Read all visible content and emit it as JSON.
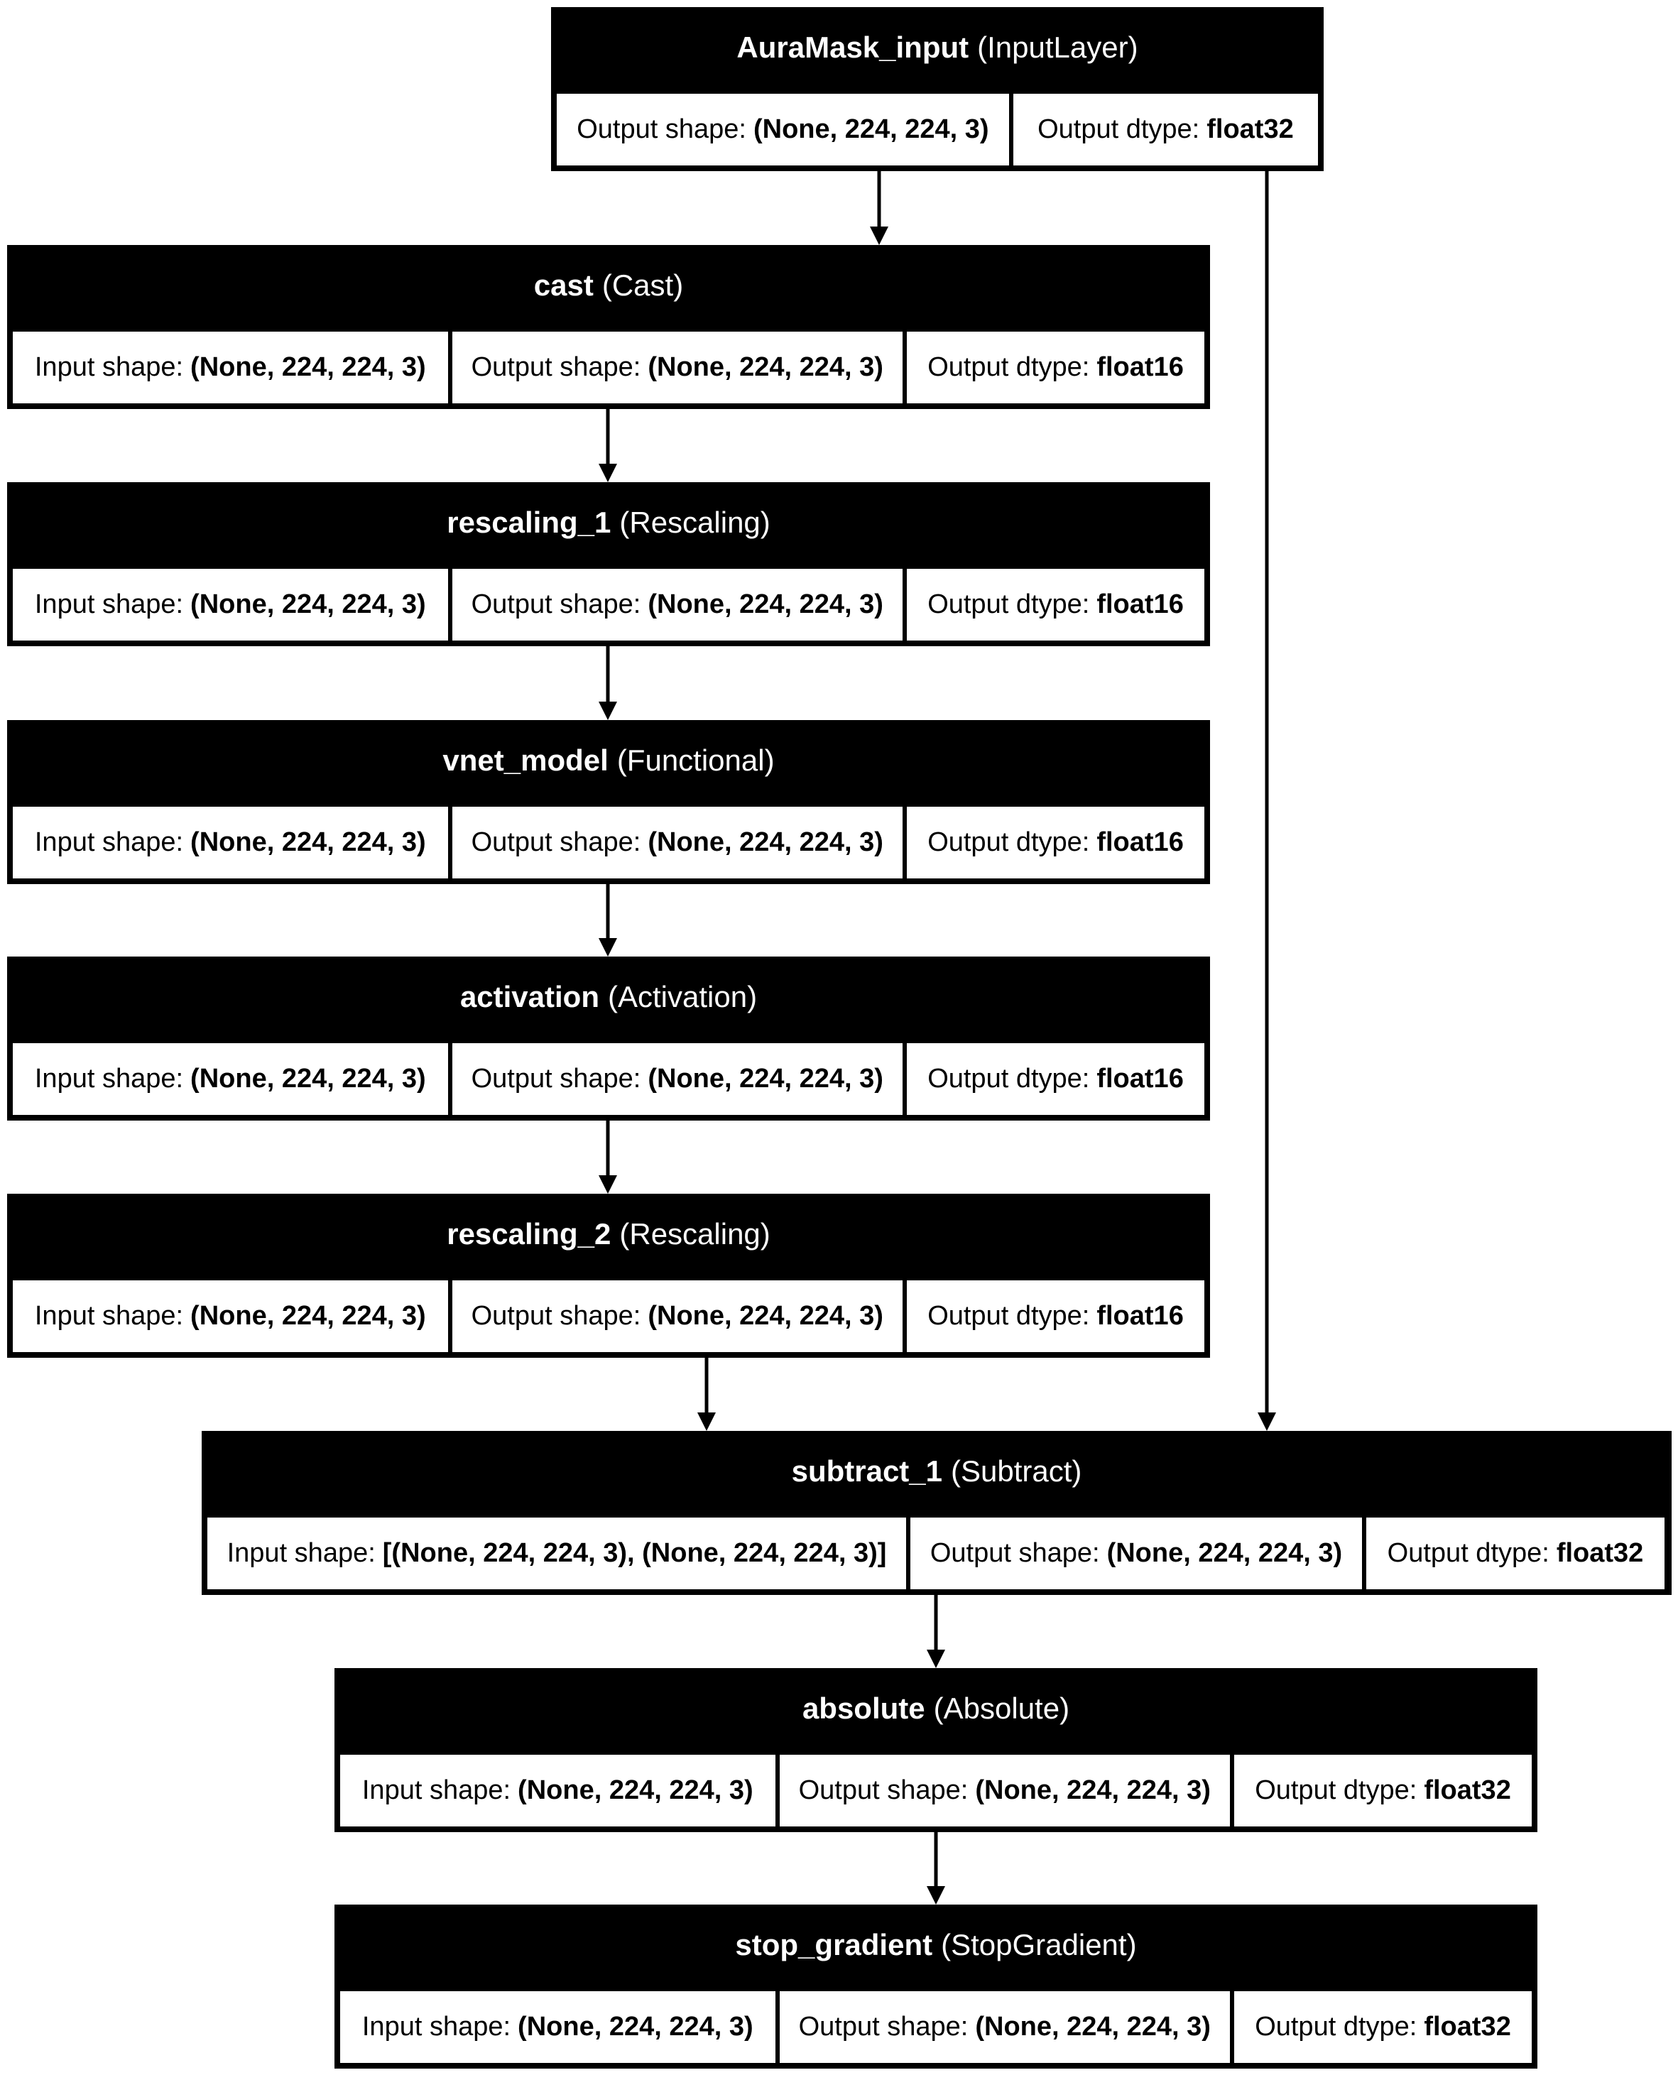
{
  "nodes": [
    {
      "name": "AuraMask_input",
      "cls": "(InputLayer)",
      "cells": [
        [
          "Output shape:",
          "(None, 224, 224, 3)"
        ],
        [
          "Output dtype:",
          "float32"
        ]
      ]
    },
    {
      "name": "cast",
      "cls": "(Cast)",
      "cells": [
        [
          "Input shape:",
          "(None, 224, 224, 3)"
        ],
        [
          "Output shape:",
          "(None, 224, 224, 3)"
        ],
        [
          "Output dtype:",
          "float16"
        ]
      ]
    },
    {
      "name": "rescaling_1",
      "cls": "(Rescaling)",
      "cells": [
        [
          "Input shape:",
          "(None, 224, 224, 3)"
        ],
        [
          "Output shape:",
          "(None, 224, 224, 3)"
        ],
        [
          "Output dtype:",
          "float16"
        ]
      ]
    },
    {
      "name": "vnet_model",
      "cls": "(Functional)",
      "cells": [
        [
          "Input shape:",
          "(None, 224, 224, 3)"
        ],
        [
          "Output shape:",
          "(None, 224, 224, 3)"
        ],
        [
          "Output dtype:",
          "float16"
        ]
      ]
    },
    {
      "name": "activation",
      "cls": "(Activation)",
      "cells": [
        [
          "Input shape:",
          "(None, 224, 224, 3)"
        ],
        [
          "Output shape:",
          "(None, 224, 224, 3)"
        ],
        [
          "Output dtype:",
          "float16"
        ]
      ]
    },
    {
      "name": "rescaling_2",
      "cls": "(Rescaling)",
      "cells": [
        [
          "Input shape:",
          "(None, 224, 224, 3)"
        ],
        [
          "Output shape:",
          "(None, 224, 224, 3)"
        ],
        [
          "Output dtype:",
          "float16"
        ]
      ]
    },
    {
      "name": "subtract_1",
      "cls": "(Subtract)",
      "cells": [
        [
          "Input shape:",
          "[(None, 224, 224, 3), (None, 224, 224, 3)]"
        ],
        [
          "Output shape:",
          "(None, 224, 224, 3)"
        ],
        [
          "Output dtype:",
          "float32"
        ]
      ]
    },
    {
      "name": "absolute",
      "cls": "(Absolute)",
      "cells": [
        [
          "Input shape:",
          "(None, 224, 224, 3)"
        ],
        [
          "Output shape:",
          "(None, 224, 224, 3)"
        ],
        [
          "Output dtype:",
          "float32"
        ]
      ]
    },
    {
      "name": "stop_gradient",
      "cls": "(StopGradient)",
      "cells": [
        [
          "Input shape:",
          "(None, 224, 224, 3)"
        ],
        [
          "Output shape:",
          "(None, 224, 224, 3)"
        ],
        [
          "Output dtype:",
          "float32"
        ]
      ]
    }
  ],
  "edges": [
    {
      "from": "AuraMask_input",
      "to": "cast"
    },
    {
      "from": "cast",
      "to": "rescaling_1"
    },
    {
      "from": "rescaling_1",
      "to": "vnet_model"
    },
    {
      "from": "vnet_model",
      "to": "activation"
    },
    {
      "from": "activation",
      "to": "rescaling_2"
    },
    {
      "from": "rescaling_2",
      "to": "subtract_1"
    },
    {
      "from": "AuraMask_input",
      "to": "subtract_1"
    },
    {
      "from": "subtract_1",
      "to": "absolute"
    },
    {
      "from": "absolute",
      "to": "stop_gradient"
    }
  ]
}
